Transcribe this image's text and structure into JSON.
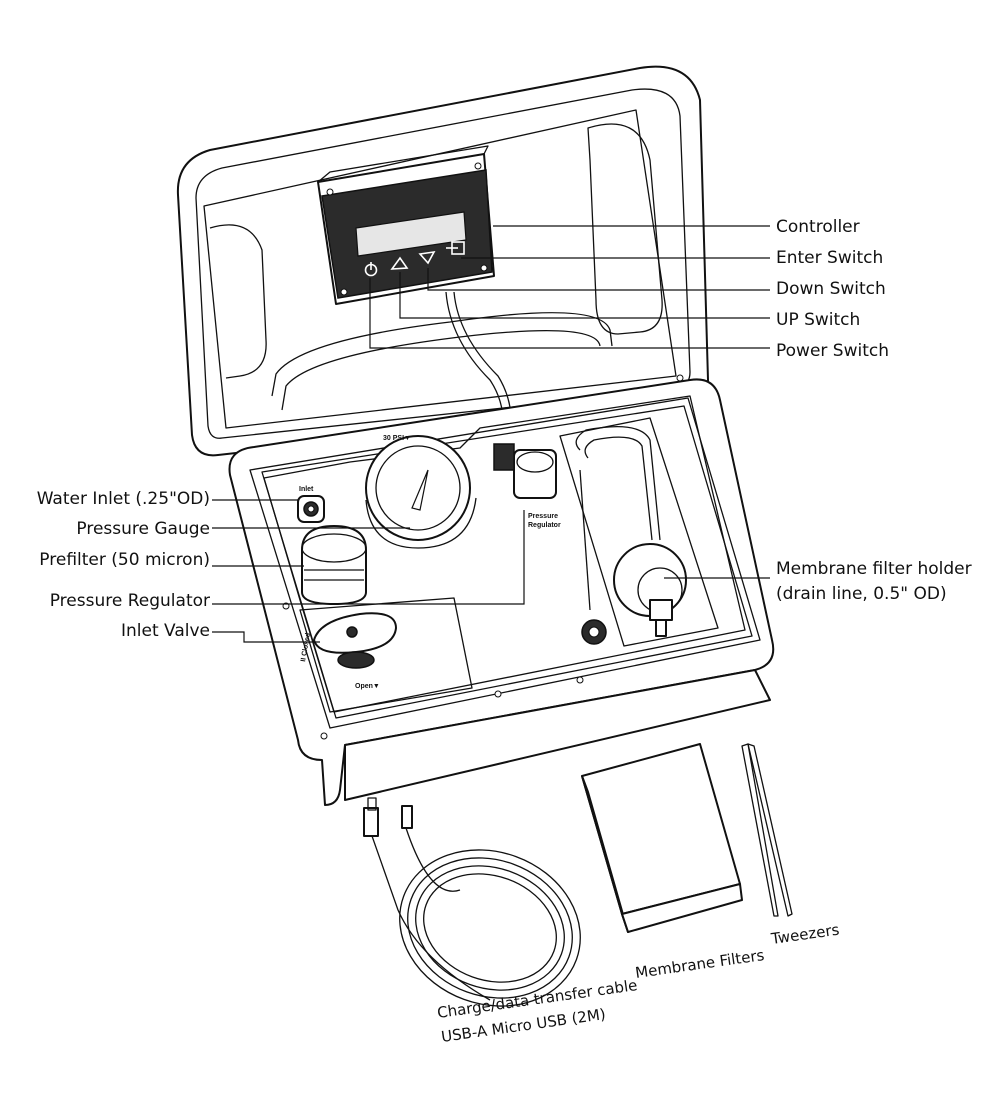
{
  "labels": {
    "controller": "Controller",
    "enter_switch": "Enter Switch",
    "down_switch": "Down Switch",
    "up_switch": "UP Switch",
    "power_switch": "Power Switch",
    "water_inlet": "Water Inlet (.25\"OD)",
    "pressure_gauge": "Pressure Gauge",
    "prefilter": "Prefilter (50 micron)",
    "pressure_regulator": "Pressure Regulator",
    "inlet_valve": "Inlet Valve",
    "membrane_holder_line1": "Membrane filter holder",
    "membrane_holder_line2": "(drain line, 0.5\" OD)",
    "membrane_filters": "Membrane Filters",
    "tweezers": "Tweezers",
    "cable_line1": "Charge/data transfer cable",
    "cable_line2": "USB-A Micro USB (2M)"
  },
  "device_markings": {
    "inlet": "Inlet",
    "gauge_scale": "30 PSI▼",
    "regulator_line1": "Pressure",
    "regulator_line2": "Regulator",
    "closed": "II Closed",
    "open": "Open▼"
  }
}
